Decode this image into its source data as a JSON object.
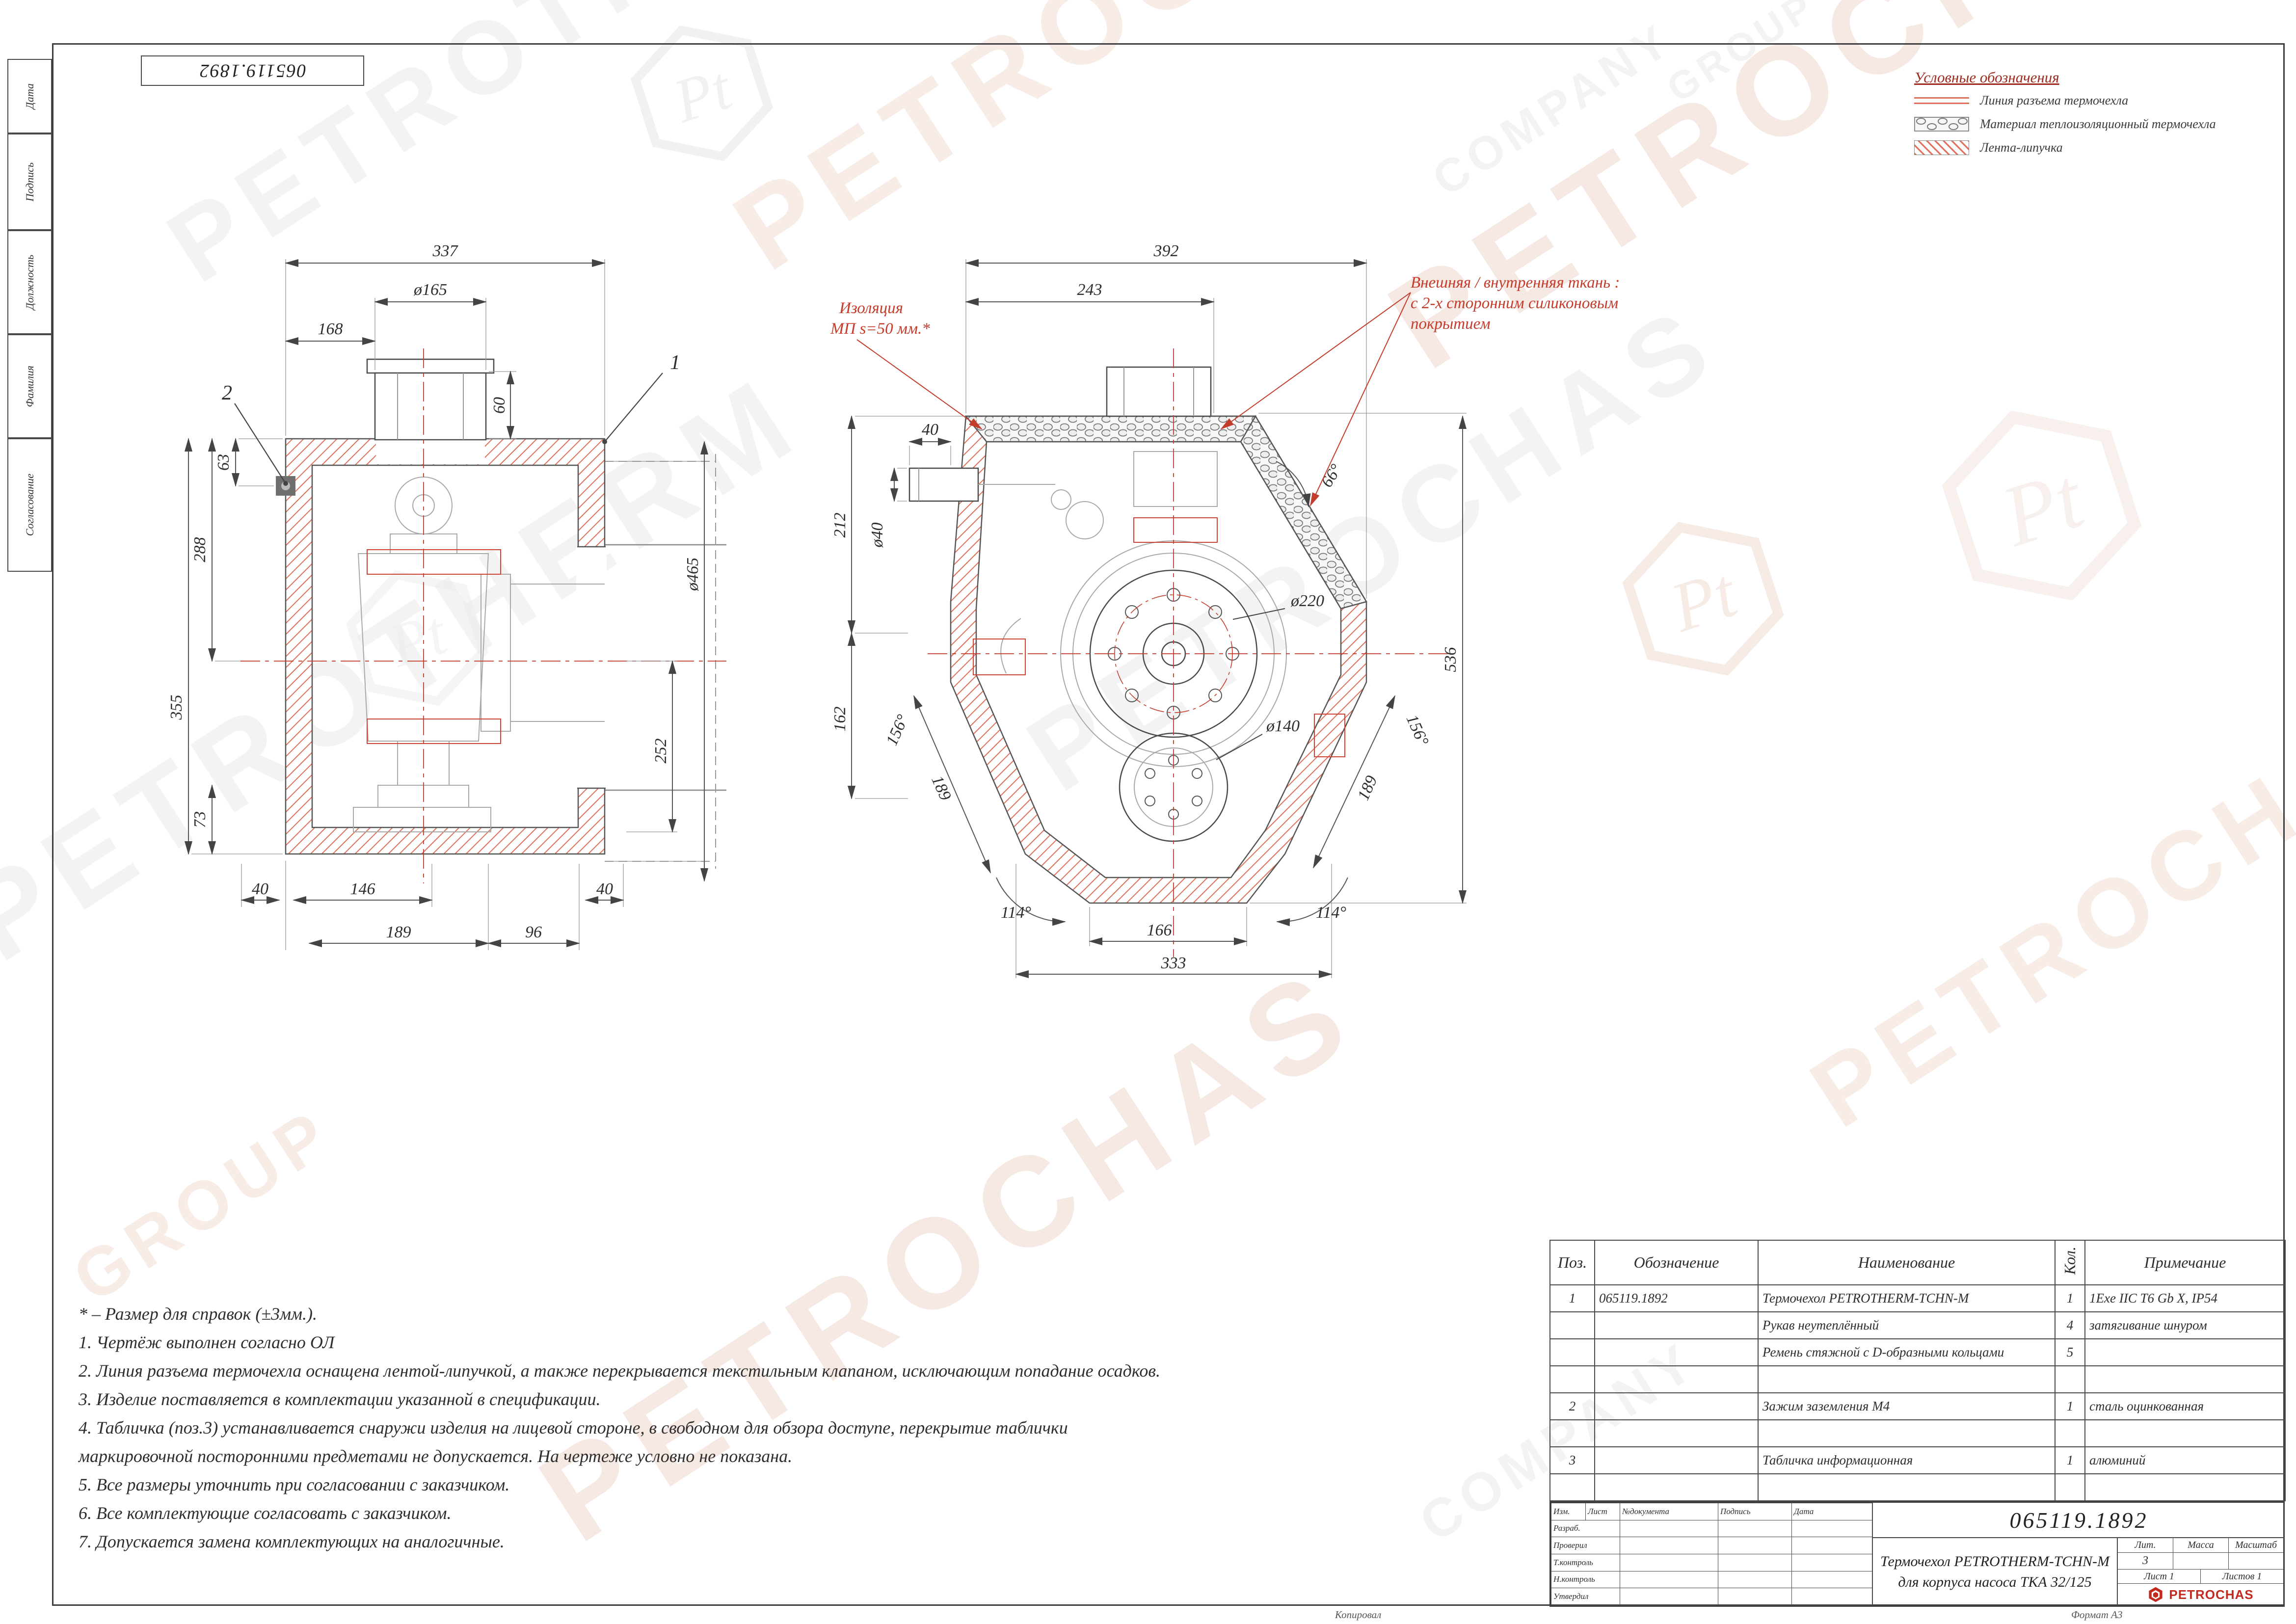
{
  "doc_number": "065119.1892",
  "side_stamp": {
    "labels": [
      "Дата",
      "Подпись",
      "Должность",
      "Фамилия",
      "Согласование"
    ]
  },
  "legend": {
    "title": "Условные обозначения",
    "items": [
      {
        "label": "Линия разъема термочехла"
      },
      {
        "label": "Материал теплоизоляционный термочехла"
      },
      {
        "label": "Лента-липучка"
      }
    ]
  },
  "annotations": {
    "insulation": [
      "Изоляция",
      "МП  s=50 мм.*"
    ],
    "fabric": [
      "Внешняя / внутренняя ткань :",
      "с 2-х сторонним силиконовым",
      "покрытием"
    ]
  },
  "views": {
    "side": {
      "dims": {
        "w337": "337",
        "d165": "ø165",
        "w168": "168",
        "h60": "60",
        "h63": "63",
        "h288": "288",
        "h355": "355",
        "h73": "73",
        "d465": "ø465",
        "h252": "252",
        "b40l": "40",
        "b146": "146",
        "b40r": "40",
        "b189": "189",
        "b96": "96"
      },
      "callouts": {
        "c1": "1",
        "c2": "2"
      }
    },
    "front": {
      "dims": {
        "w392": "392",
        "w243": "243",
        "w40": "40",
        "h212": "212",
        "d40": "ø40",
        "h162": "162",
        "a66": "66°",
        "h536": "536",
        "d220": "ø220",
        "d140": "ø140",
        "a156l": "156°",
        "a156r": "156°",
        "e189l": "189",
        "e189r": "189",
        "a114l": "114°",
        "a114r": "114°",
        "w166": "166",
        "w333": "333"
      }
    }
  },
  "notes": [
    "* – Размер для справок (±3мм.).",
    "1. Чертёж выполнен согласно ОЛ",
    "2. Линия разъема термочехла оснащена лентой-липучкой, а также перекрывается текстильным клапаном, исключающим попадание осадков.",
    "3. Изделие поставляется в комплектации указанной в спецификации.",
    "4. Табличка (поз.3) устанавливается снаружи изделия на лицевой стороне, в свободном для обзора доступе, перекрытие таблички",
    "маркировочной посторонними предметами не допускается. На чертеже условно не показана.",
    "5. Все размеры уточнить при согласовании с заказчиком.",
    "6. Все комплектующие согласовать с заказчиком.",
    "7. Допускается замена комплектующих на аналогичные."
  ],
  "spec_table": {
    "headers": [
      "Поз.",
      "Обозначение",
      "Наименование",
      "Кол.",
      "Примечание"
    ],
    "rows": [
      {
        "pos": "1",
        "designation": "065119.1892",
        "name": "Термочехол PETROTHERM-TCHN-M",
        "qty": "1",
        "note": "1Exe IIC T6 Gb X, IP54"
      },
      {
        "pos": "",
        "designation": "",
        "name": "Рукав неутеплённый",
        "qty": "4",
        "note": "затягивание шнуром"
      },
      {
        "pos": "",
        "designation": "",
        "name": "Ремень стяжной с D-образными кольцами",
        "qty": "5",
        "note": ""
      },
      {
        "pos": "",
        "designation": "",
        "name": "",
        "qty": "",
        "note": ""
      },
      {
        "pos": "2",
        "designation": "",
        "name": "Зажим заземления М4",
        "qty": "1",
        "note": "сталь оцинкованная"
      },
      {
        "pos": "",
        "designation": "",
        "name": "",
        "qty": "",
        "note": ""
      },
      {
        "pos": "3",
        "designation": "",
        "name": "Табличка информационная",
        "qty": "1",
        "note": "алюминий"
      },
      {
        "pos": "",
        "designation": "",
        "name": "",
        "qty": "",
        "note": ""
      }
    ]
  },
  "title_block": {
    "doc_number": "065119.1892",
    "header_cols": [
      "Изм.",
      "Лист",
      "№документа",
      "Подпись",
      "Дата"
    ],
    "roles": [
      "Разраб.",
      "Проверил",
      "Т.контроль",
      "Н.контроль",
      "Утвердил"
    ],
    "title_line1": "Термочехол PETROTHERM-TCHN-M",
    "title_line2": "для корпуса насоса ТКА 32/125",
    "lit_label": "Лит.",
    "mass_label": "Масса",
    "scale_label": "Масштаб",
    "lit_value": "3",
    "sheet_label": "Лист 1",
    "sheets_label": "Листов  1",
    "logo_text": "PETROCHAS"
  },
  "footer": {
    "copy": "Копировал",
    "format": "Формат А3"
  },
  "watermarks": {
    "petrotherm": "PETROTHERM",
    "petrochas": "PETROCHAS",
    "company": "COMPANY",
    "group": "GROUP",
    "pt": "Pt"
  }
}
